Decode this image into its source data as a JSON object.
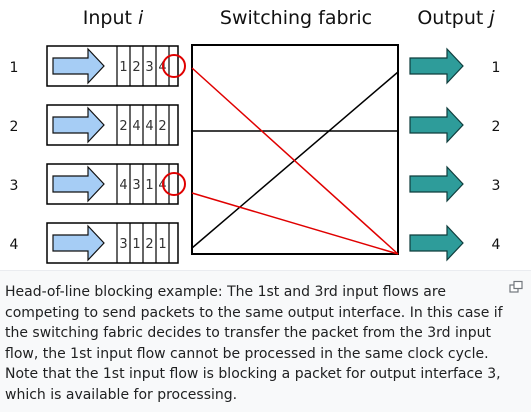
{
  "headers": {
    "input": "Input i",
    "fabric": "Switching fabric",
    "output": "Output j"
  },
  "input_rows": [
    {
      "label": "1",
      "packets": [
        "1",
        "2",
        "3",
        "4"
      ],
      "circled_packet": "4"
    },
    {
      "label": "2",
      "packets": [
        "2",
        "4",
        "4",
        "2"
      ],
      "circled_packet": null
    },
    {
      "label": "3",
      "packets": [
        "4",
        "3",
        "1",
        "4"
      ],
      "circled_packet": "4"
    },
    {
      "label": "4",
      "packets": [
        "3",
        "1",
        "2",
        "1"
      ],
      "circled_packet": null
    }
  ],
  "output_rows": [
    "1",
    "2",
    "3",
    "4"
  ],
  "colors": {
    "input_arrow": "#a6cdf5",
    "output_arrow": "#2e9c9a",
    "competing_line": "#e00000",
    "circle": "#e00000",
    "caption_bg": "#f8f9fa"
  },
  "caption": {
    "text": "Head-of-line blocking example: The 1st and 3rd input flows are competing to send packets to the same output interface. In this case if the switching fabric decides to transfer the packet from the 3rd input flow, the 1st input flow cannot be processed in the same clock cycle. Note that the 1st input flow is blocking a packet for output interface 3, which is available for processing.",
    "enlarge_icon": "enlarge-icon"
  }
}
